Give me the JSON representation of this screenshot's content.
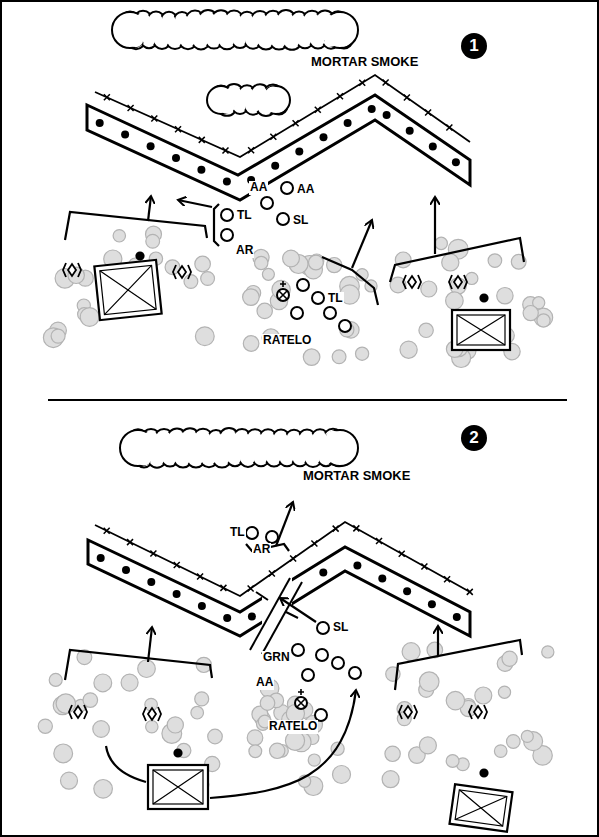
{
  "diagram": {
    "nodes": [
      {
        "text": [
          "1"
        ]
      },
      {
        "text": [
          "2"
        ]
      }
    ],
    "labels": [
      "MORTAR SMOKE",
      "AA",
      "AA",
      "TL",
      "SL",
      "AR",
      "TL",
      "RATELO",
      "MORTAR SMOKE",
      "TL",
      "AR",
      "SL",
      "GRN",
      "AA",
      "RATELO"
    ]
  }
}
